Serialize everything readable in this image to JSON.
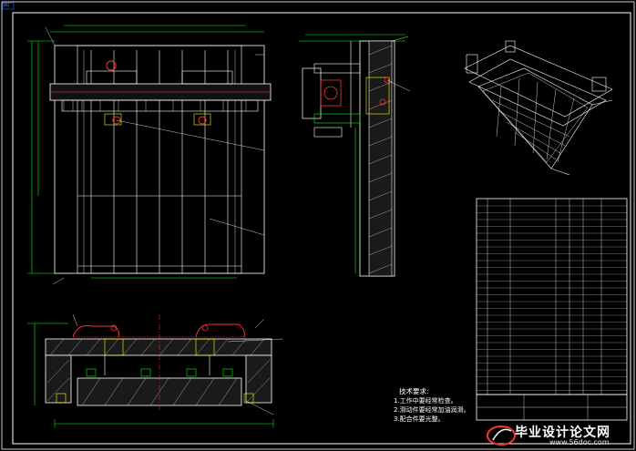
{
  "tech_requirements": {
    "title": "技术要求:",
    "items": [
      "1.工作中要经常检查。",
      "2.滑动件要经常加油润滑。",
      "3.配合件要光整。"
    ]
  },
  "watermark": {
    "main": "毕业设计论文网",
    "sub": "www.56doc.com"
  },
  "corner_tag": "8Q",
  "colors": {
    "background": "#000000",
    "outline": "#ffffff",
    "dimension": "#00ff00",
    "leader": "#ff3333",
    "cyan": "#00ffff",
    "blue": "#3355ff",
    "yellow": "#ffff00",
    "magenta": "#ff44ff"
  }
}
